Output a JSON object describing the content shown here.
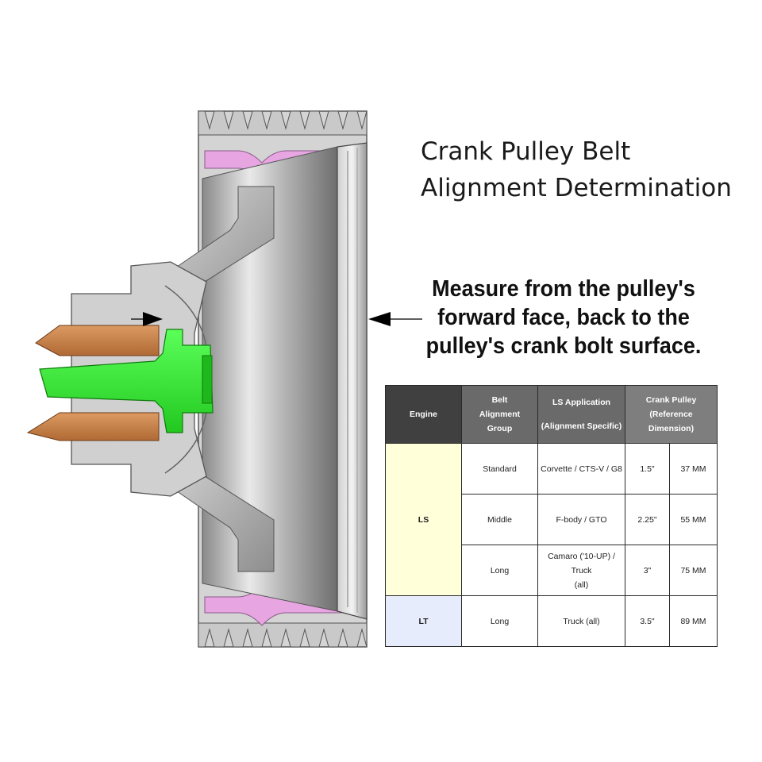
{
  "title": {
    "line1": "Crank Pulley Belt",
    "line2": "Alignment Determination"
  },
  "instruction": {
    "line1": "Measure from the pulley's",
    "line2": "forward face, back to the",
    "line3": "pulley's crank bolt surface."
  },
  "table": {
    "headers": {
      "engine": "Engine",
      "group_l1": "Belt",
      "group_l2": "Alignment",
      "group_l3": "Group",
      "app_l1": "LS Application",
      "app_l2": "(Alignment Specific)",
      "dim_l1": "Crank Pulley (Reference",
      "dim_l2": "Dimension)"
    },
    "rows": [
      {
        "engine": "LS",
        "group": "Standard",
        "application": "Corvette / CTS-V / G8",
        "inches": "1.5\"",
        "mm": "37 MM"
      },
      {
        "engine": "",
        "group": "Middle",
        "application": "F-body / GTO",
        "inches": "2.25\"",
        "mm": "55 MM"
      },
      {
        "engine": "",
        "group": "Long",
        "application_l1": "Camaro ('10-UP) / Truck",
        "application_l2": "(all)",
        "inches": "3\"",
        "mm": "75 MM"
      },
      {
        "engine": "LT",
        "group": "Long",
        "application": "Truck (all)",
        "inches": "3.5\"",
        "mm": "89 MM"
      }
    ]
  },
  "colors": {
    "ls_cell": "#ffffd9",
    "lt_cell": "#e6ecfb",
    "header_bg": "#7e7e7e",
    "bolt": "#3ef03a",
    "crank": "#c8824a",
    "belt": "#e7a6e2"
  }
}
